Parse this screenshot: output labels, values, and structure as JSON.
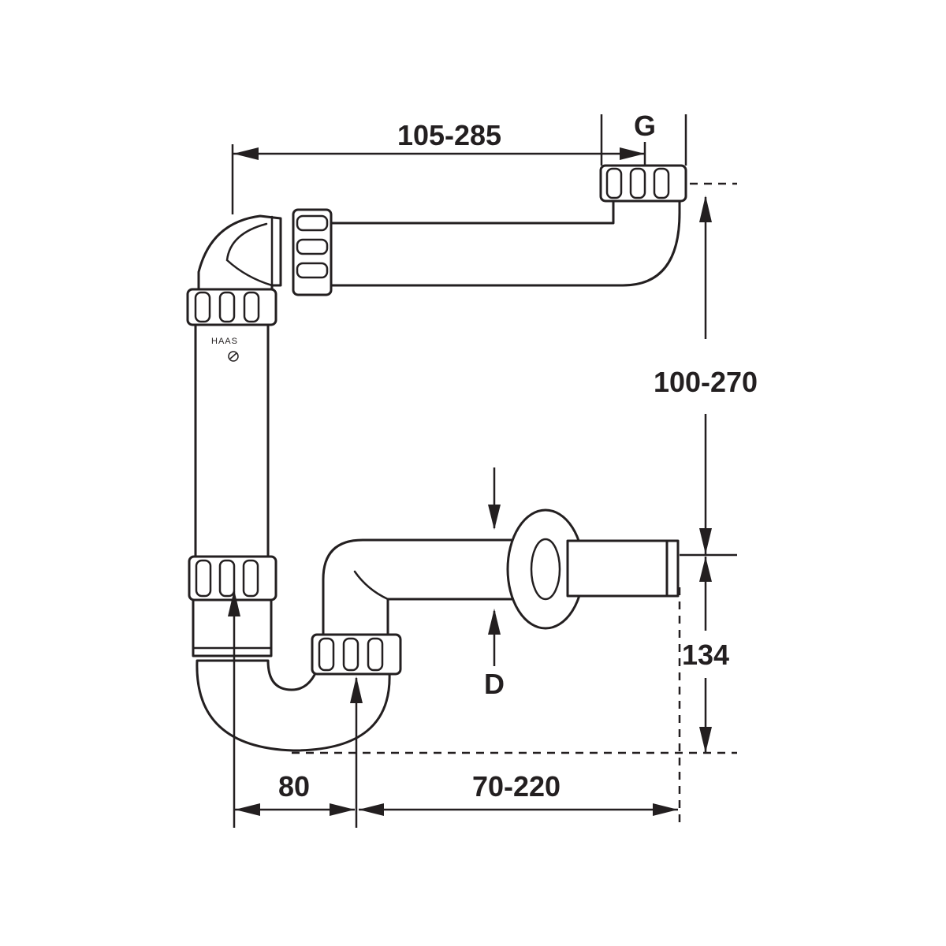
{
  "dimensions": {
    "top_width": "105-285",
    "thread": "G",
    "height_range": "100-270",
    "outlet_height": "134",
    "trap_width": "80",
    "wall_distance": "70-220",
    "outlet_diameter": "D"
  },
  "logo": {
    "brand": "HAAS"
  },
  "colors": {
    "line": "#231f20",
    "background": "#ffffff"
  }
}
